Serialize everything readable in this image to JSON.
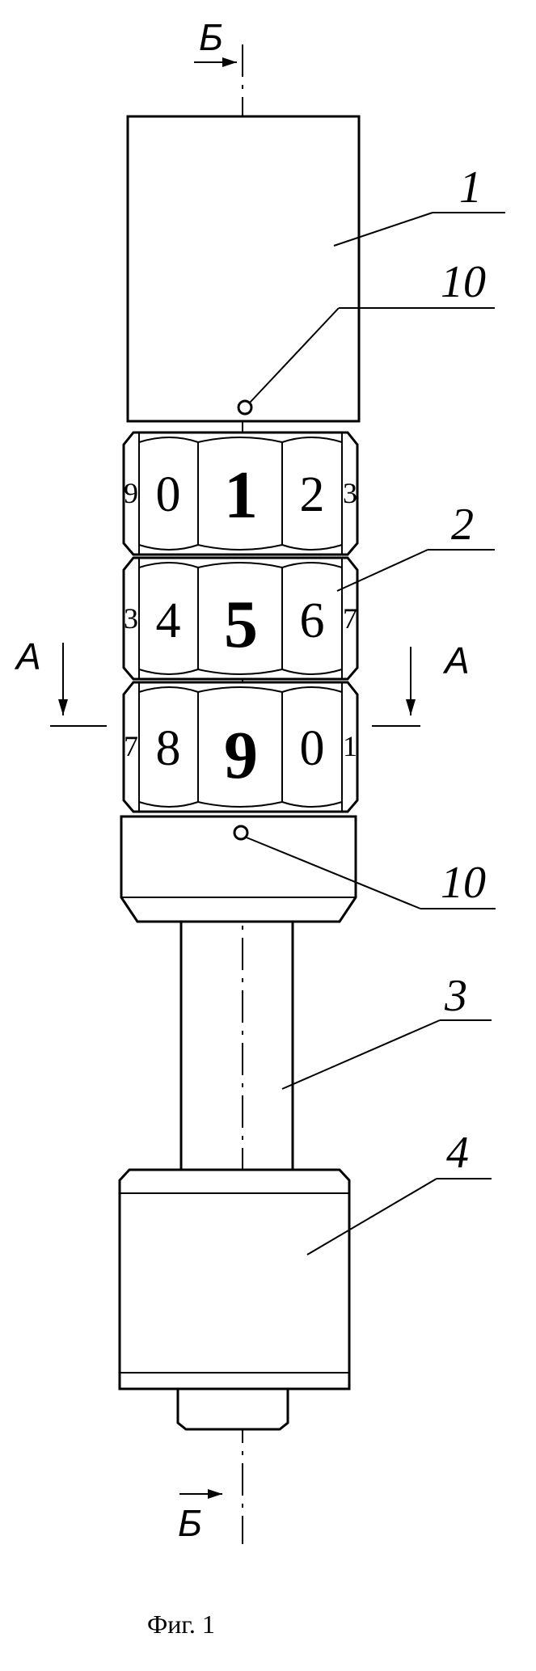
{
  "section_mark_top": "Б",
  "section_mark_bottom": "Б",
  "section_a_left": "А",
  "section_a_right": "А",
  "labels": {
    "part1": "1",
    "part2": "2",
    "part3": "3",
    "part4": "4",
    "point10_top": "10",
    "point10_bottom": "10"
  },
  "ring1": {
    "left": "0",
    "center": "1",
    "right": "2",
    "edge_left": "9",
    "edge_right": "3"
  },
  "ring2": {
    "left": "4",
    "center": "5",
    "right": "6",
    "edge_left": "3",
    "edge_right": "7"
  },
  "ring3": {
    "left": "8",
    "center": "9",
    "right": "0",
    "edge_left": "7",
    "edge_right": "1"
  },
  "caption": "Фиг. 1"
}
